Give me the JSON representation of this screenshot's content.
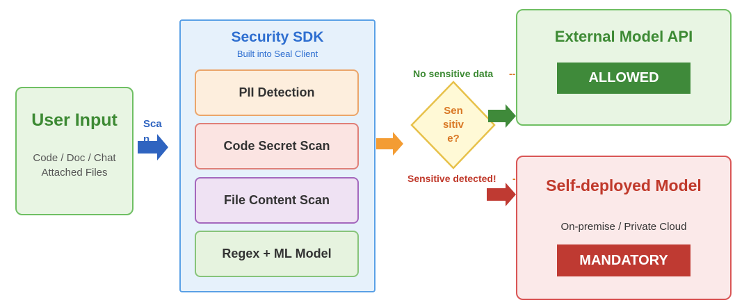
{
  "user_input": {
    "title": "User Input",
    "lines": [
      "Code / Doc / Chat",
      "Attached Files"
    ]
  },
  "scan_label": "Sca\nn",
  "sdk": {
    "title": "Security SDK",
    "subtitle": "Built into Seal Client",
    "modules": [
      "PII Detection",
      "Code Secret Scan",
      "File Content Scan",
      "Regex + ML Model"
    ]
  },
  "decision": {
    "lines": [
      "Sen",
      "sitiv",
      "e?"
    ]
  },
  "branches": {
    "no_sensitive": "No sensitive data",
    "sensitive": "Sensitive detected!",
    "dashed_arrow": "-->"
  },
  "external": {
    "title": "External Model API",
    "badge": "ALLOWED"
  },
  "self_deployed": {
    "title": "Self-deployed Model",
    "subtitle": "On-premise / Private Cloud",
    "badge": "MANDATORY"
  },
  "colors": {
    "green": "#3d8a34",
    "red": "#c0392b",
    "blue": "#2f64c0",
    "orange": "#f39c33"
  }
}
